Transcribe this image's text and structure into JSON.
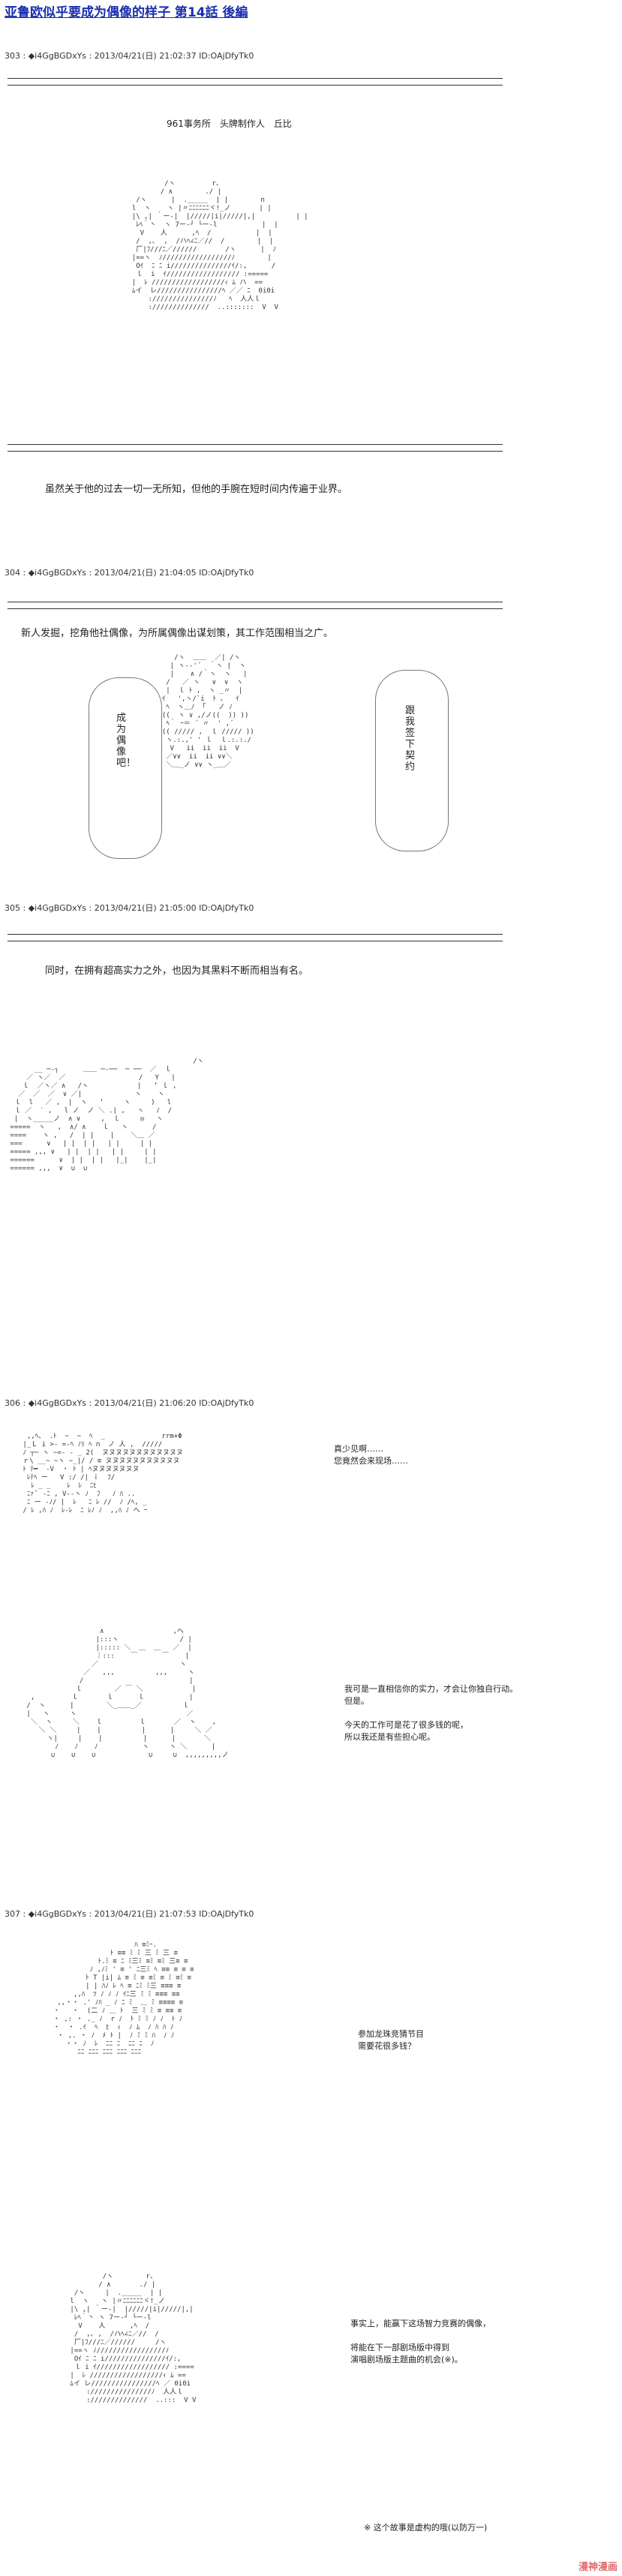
{
  "title": "亚鲁欧似乎要成为偶像的样子 第14話 後編",
  "posts": [
    {
      "header": "303 : ◆i4GgBGDxYs : 2013/04/21(日) 21:02:37 ID:OAjDfyTk0"
    },
    {
      "header": "304 : ◆i4GgBGDxYs : 2013/04/21(日) 21:04:05 ID:OAjDfyTk0"
    },
    {
      "header": "305 : ◆i4GgBGDxYs : 2013/04/21(日) 21:05:00 ID:OAjDfyTk0"
    },
    {
      "header": "306 : ◆i4GgBGDxYs : 2013/04/21(日) 21:06:20 ID:OAjDfyTk0"
    },
    {
      "header": "307 : ◆i4GgBGDxYs : 2013/04/21(日) 21:07:53 ID:OAjDfyTk0"
    }
  ],
  "texts": {
    "caption_961": "961事务所　头牌制作人　丘比",
    "narr_1": "虽然关于他的过去一切一无所知，但他的手腕在短时间内传遍于业界。",
    "narr_2": "新人发掘，挖角他社偶像，为所属偶像出谋划策，其工作范围相当之广。",
    "narr_3": "同时，在拥有超高实力之外，也因为其黑料不断而相当有名。",
    "bubble_left": "成为偶像吧！",
    "bubble_right": "跟我签下契约",
    "speech_306a_1": "真少见啊……",
    "speech_306a_2": "您竟然会来现场……",
    "speech_306b_1": "我可是一直相信你的实力，才会让你独自行动。",
    "speech_306b_2": "但是。",
    "speech_306b_3": "今天的工作可是花了很多钱的呢，",
    "speech_306b_4": "所以我还是有些担心呢。",
    "speech_307a_1": "参加龙珠竞猜节目",
    "speech_307a_2": "需要花很多钱？",
    "speech_307b_1": "事实上，能赢下这场智力竞赛的偶像，",
    "speech_307b_2": "将能在下一部剧场版中得到",
    "speech_307b_3": "演唱剧场版主题曲的机会(※)。",
    "note_307": "※  这个故事是虚构的哦(以防万一)",
    "watermark": "漫神漫画"
  }
}
